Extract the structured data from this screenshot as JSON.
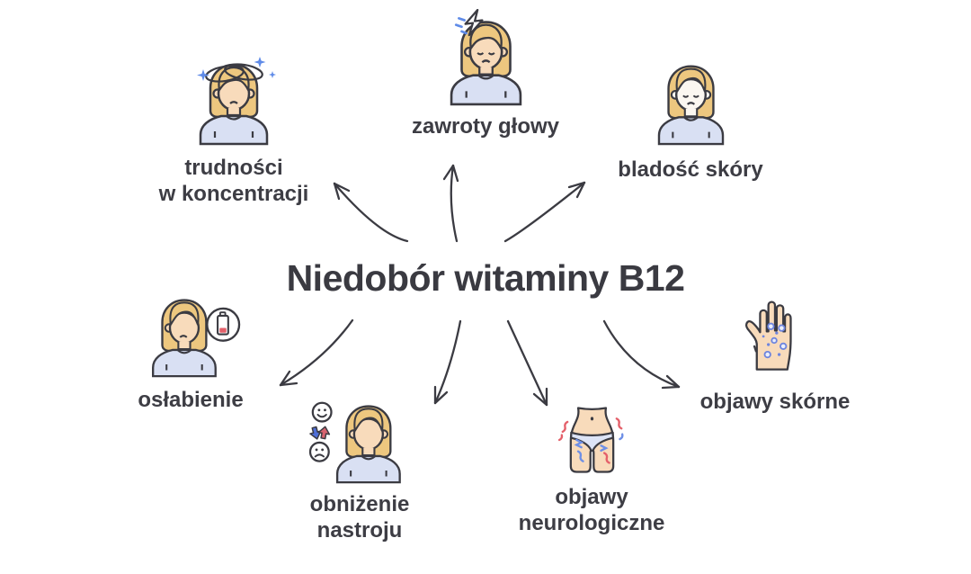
{
  "title": "Niedobór witaminy B12",
  "symptoms": [
    {
      "id": "concentration-difficulties",
      "label": "trudności\nw koncentracji",
      "icon": "dizzy-woman-icon",
      "position": "top-left"
    },
    {
      "id": "dizziness",
      "label": "zawroty głowy",
      "icon": "headache-woman-icon",
      "position": "top-center"
    },
    {
      "id": "pale-skin",
      "label": "bladość skóry",
      "icon": "pale-woman-icon",
      "position": "top-right"
    },
    {
      "id": "weakness",
      "label": "osłabienie",
      "icon": "low-battery-woman-icon",
      "position": "middle-left"
    },
    {
      "id": "lowered-mood",
      "label": "obniżenie nastroju",
      "icon": "mood-faces-woman-icon",
      "position": "bottom-center-left"
    },
    {
      "id": "neurological-symptoms",
      "label": "objawy\nneurologiczne",
      "icon": "tingling-legs-icon",
      "position": "bottom-center-right"
    },
    {
      "id": "skin-symptoms",
      "label": "objawy skórne",
      "icon": "rash-hand-icon",
      "position": "middle-right"
    }
  ],
  "colors": {
    "background": "#FFFFFF",
    "outline": "#3B3B42",
    "text": "#3D3D44",
    "hair": "#EDC77F",
    "skin": "#F8DBBB",
    "pale_skin": "#FBF7F1",
    "shirt": "#D9E0F3",
    "underwear": "#DDE4F6",
    "accent_blue": "#5F8BE8",
    "accent_red": "#E4606A"
  }
}
